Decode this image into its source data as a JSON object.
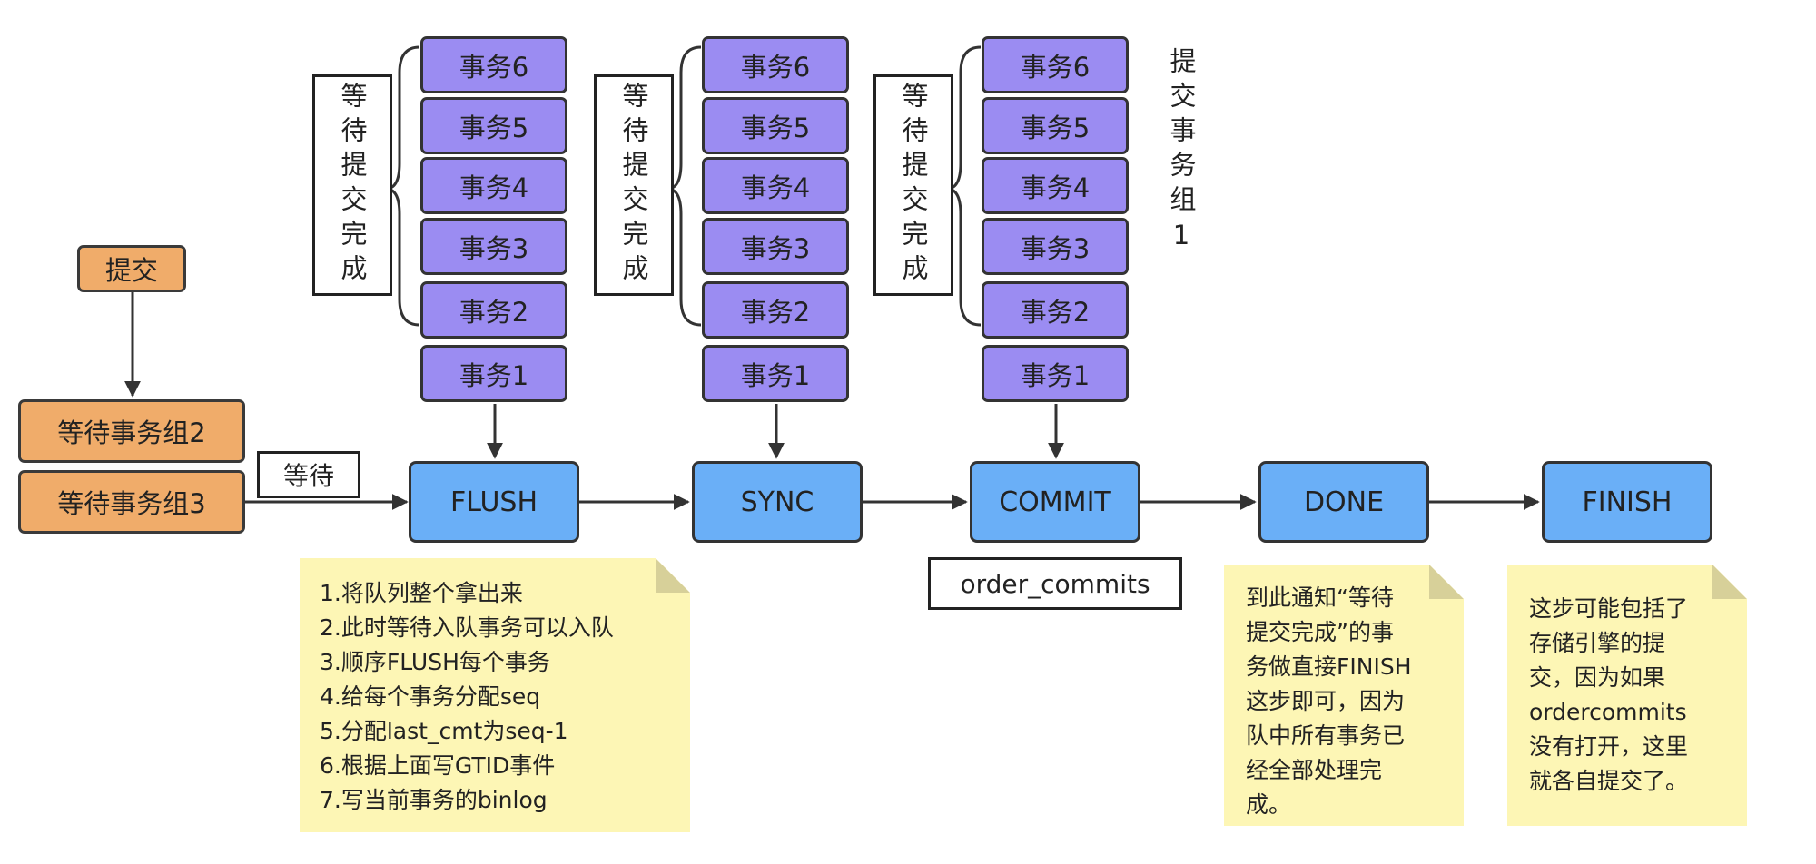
{
  "submit": "提交",
  "queues": [
    "等待事务组2",
    "等待事务组3"
  ],
  "wait_label": "等待",
  "stages": [
    "FLUSH",
    "SYNC",
    "COMMIT",
    "DONE",
    "FINISH"
  ],
  "transactions": [
    "事务6",
    "事务5",
    "事务4",
    "事务3",
    "事务2",
    "事务1"
  ],
  "wait_commit_label": "等待提交完成",
  "commit_group_label": "提交事务组1",
  "order_commits_label": "order_commits",
  "notes": {
    "flush": "1.将队列整个拿出来\n2.此时等待入队事务可以入队\n3.顺序FLUSH每个事务\n4.给每个事务分配seq\n5.分配last_cmt为seq-1\n6.根据上面写GTID事件\n7.写当前事务的binlog",
    "done": "到此通知“等待\n提交完成”的事\n务做直接FINISH\n这步即可，因为\n队中所有事务已\n经全部处理完\n成。",
    "finish": "这步可能包括了\n存储引擎的提\n交，因为如果\nordercommits\n没有打开，这里\n就各自提交了。"
  }
}
